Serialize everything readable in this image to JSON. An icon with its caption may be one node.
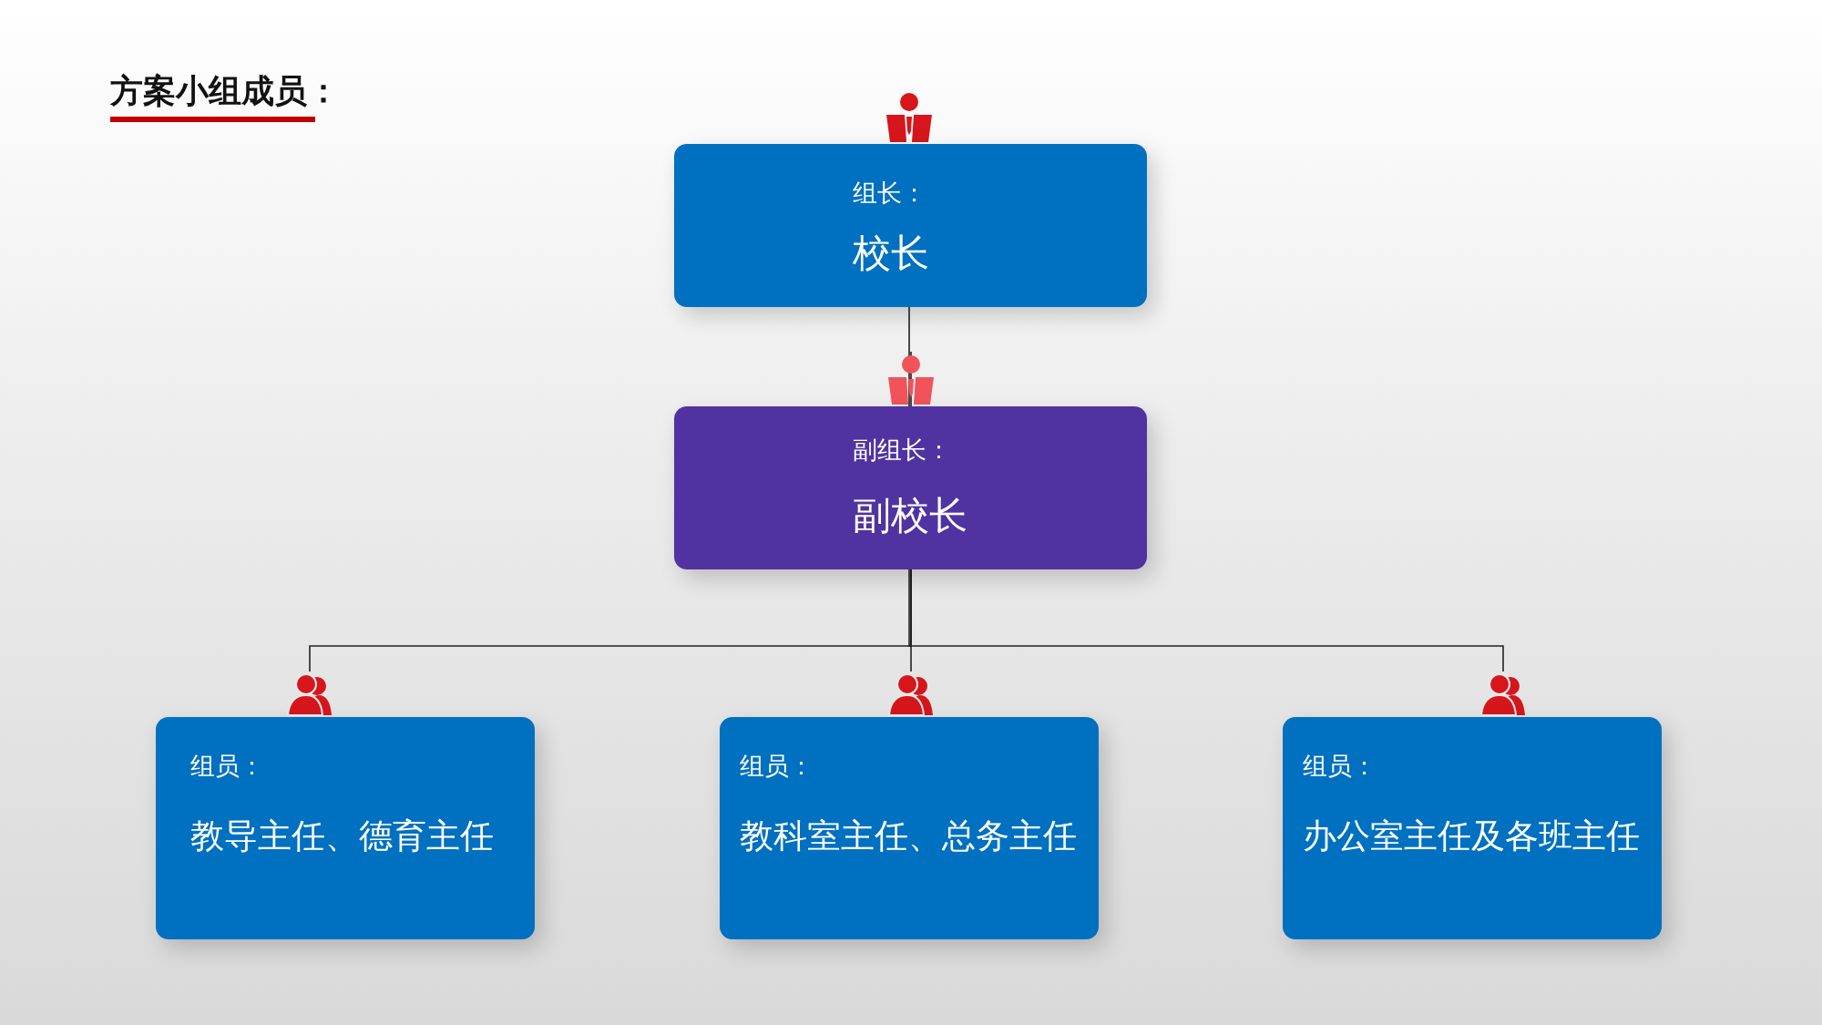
{
  "diagram": {
    "title": "方案小组成员：",
    "nodes": [
      {
        "text": [
          "组长：",
          "校长"
        ]
      },
      {
        "text": [
          "副组长：",
          "副校长"
        ]
      },
      {
        "text": [
          "组员：",
          "教导主任、德育主任"
        ]
      },
      {
        "text": [
          "组员：",
          "教科室主任、总务主任"
        ]
      },
      {
        "text": [
          "组员：",
          "办公室主任及各班主任"
        ]
      }
    ],
    "edges": [
      {
        "from": 0,
        "to": 1,
        "arrow": "none"
      },
      {
        "from": 1,
        "to": 2,
        "arrow": "none"
      },
      {
        "from": 1,
        "to": 3,
        "arrow": "none"
      },
      {
        "from": 1,
        "to": 4,
        "arrow": "none"
      }
    ]
  }
}
